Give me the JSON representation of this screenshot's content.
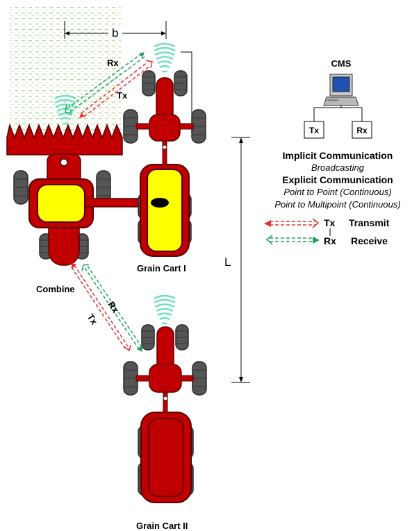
{
  "labels": {
    "b": "b",
    "L": "L",
    "combine": "Combine",
    "grain_cart_1": "Grain Cart I",
    "grain_cart_2": "Grain Cart II",
    "rx_top": "Rx",
    "tx_top": "Tx",
    "rx_bottom": "Rx",
    "tx_bottom": "Tx"
  },
  "cms": {
    "title": "CMS",
    "tx_box": "Tx",
    "rx_box": "Rx"
  },
  "legend": {
    "implicit_title": "Implicit Communication",
    "implicit_sub": "Broadcasting",
    "explicit_title": "Explicit Communication",
    "explicit_sub1": "Point to Point (Continuous)",
    "explicit_sub2": "Point to Multipoint (Continuous)",
    "tx_abbr": "Tx",
    "tx_label": "Transmit",
    "rx_abbr": "Rx",
    "rx_label": "Receive"
  },
  "colors": {
    "body_red": "#c00000",
    "outline": "#5a0000",
    "tank_yellow": "#ffff00",
    "wheel_gray": "#555555",
    "tx_red": "#e03030",
    "rx_green": "#20a060",
    "signal_teal": "#70e0c0",
    "field_green": "#9ccc7a"
  },
  "icons": {
    "cms_computer": "desktop-computer-icon",
    "broadcast_signal": "signal-wave-icon"
  }
}
